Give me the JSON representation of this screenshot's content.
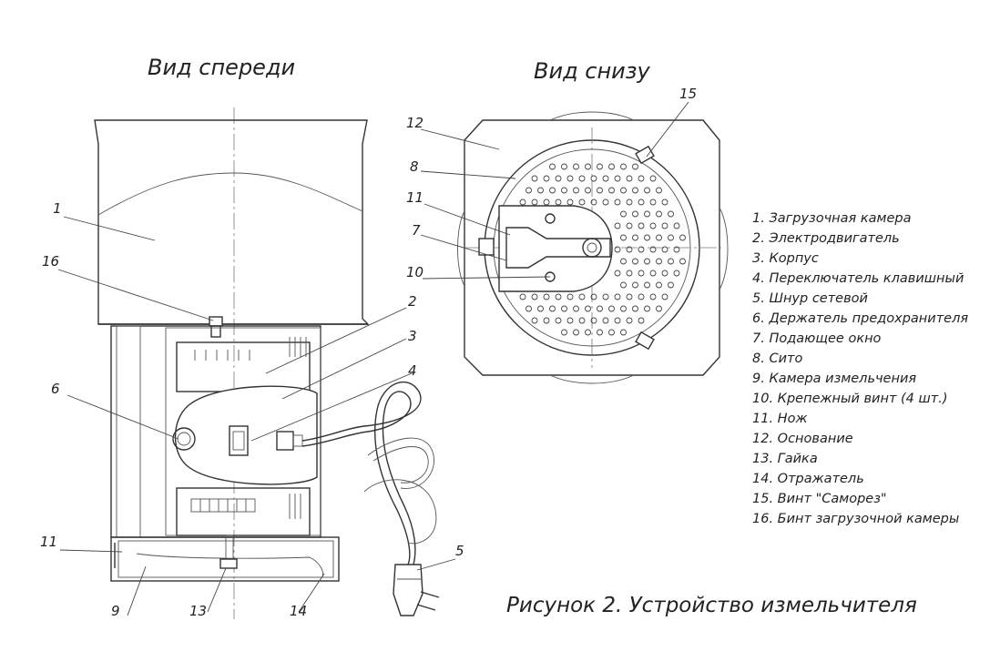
{
  "front_view": {
    "title": "Вид спереди"
  },
  "bottom_view": {
    "title": "Вид снизу"
  },
  "callouts": {
    "n1": "1",
    "n2": "2",
    "n3": "3",
    "n4": "4",
    "n5": "5",
    "n6": "6",
    "n7": "7",
    "n8": "8",
    "n9": "9",
    "n10": "10",
    "n11a": "11",
    "n11b": "11",
    "n12": "12",
    "n13": "13",
    "n14": "14",
    "n15": "15",
    "n16": "16"
  },
  "legend": [
    "1. Загрузочная камера",
    "2. Электродвигатель",
    "3. Корпус",
    "4. Переключатель клавишный",
    "5. Шнур сетевой",
    "6. Держатель предохранителя",
    "7. Подающее окно",
    "8. Сито",
    "9. Камера измельчения",
    "10. Крепежный винт (4 шт.)",
    "11. Нож",
    "12. Основание",
    "13. Гайка",
    "14. Отражатель",
    "15. Винт \"Саморез\"",
    "16. Бинт загрузочной камеры"
  ],
  "caption": "Рисунок 2. Устройство измельчителя"
}
